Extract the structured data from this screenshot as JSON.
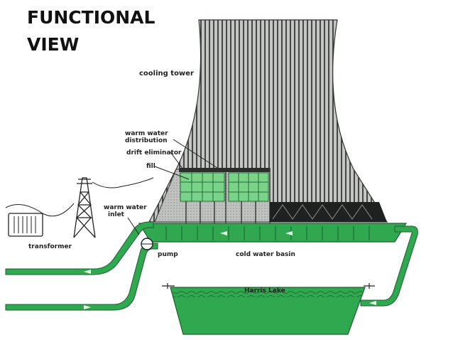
{
  "title": "FUNCTIONAL\nVIEW",
  "labels": {
    "cooling_tower": "cooling tower",
    "warm_water_distribution_line1": "warm water",
    "warm_water_distribution_line2": "distribution",
    "drift_eliminator": "drift eliminator",
    "fill": "fill",
    "warm_water_inlet_line1": "warm water",
    "warm_water_inlet_line2": "inlet",
    "transformer": "transformer",
    "pump": "pump",
    "cold_water_basin": "cold water basin",
    "harris_lake": "Harris Lake"
  },
  "colors": {
    "water_green": "#2fa84f",
    "fill_green": "#7bd38a",
    "shell_gray": "#b9bcb8",
    "stripe_dark": "#3f4340",
    "eliminator_black": "#1e211f"
  }
}
